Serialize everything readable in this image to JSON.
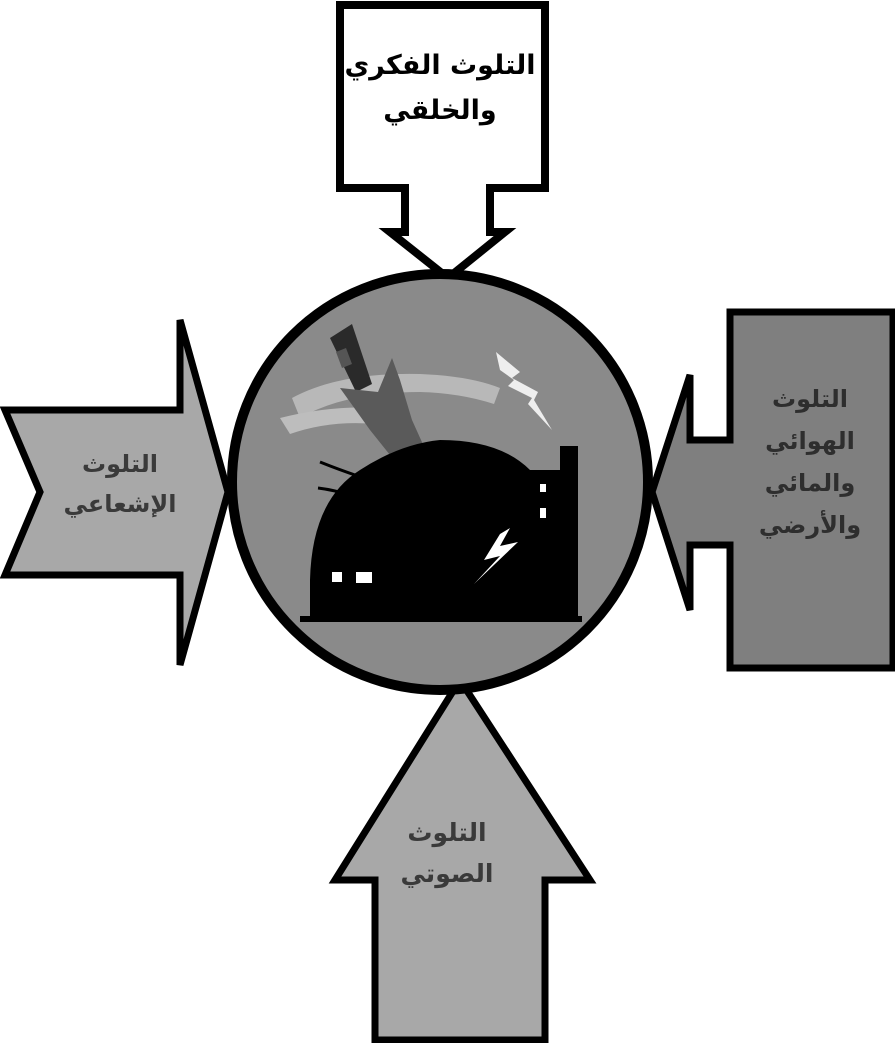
{
  "diagram": {
    "center": {
      "name": "pollution-scene"
    },
    "top": {
      "lines": [
        "التلوث الفكري",
        "والخلقي"
      ]
    },
    "left": {
      "lines": [
        "التلوث",
        "الإشعاعي"
      ]
    },
    "right": {
      "lines": [
        "التلوث",
        "الهوائي",
        "والمائي",
        "والأرضي"
      ]
    },
    "bottom": {
      "lines": [
        "التلوث",
        "الصوتي"
      ]
    }
  },
  "colors": {
    "white_box": "#ffffff",
    "light_gray": "#a8a8a8",
    "dark_gray": "#7f7f7f",
    "circle_fill": "#8a8a8a",
    "outline": "#000000"
  }
}
